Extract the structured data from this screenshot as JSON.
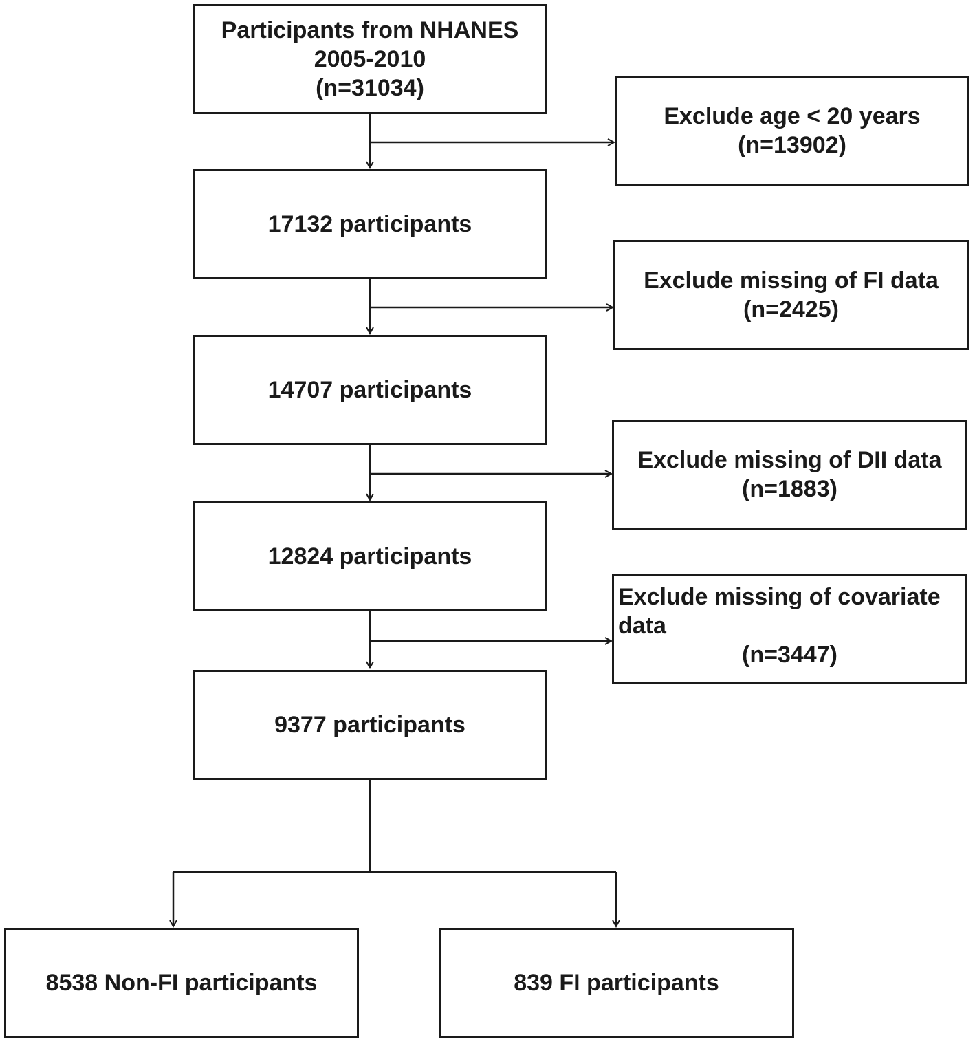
{
  "flow": {
    "start": {
      "line1": "Participants from NHANES",
      "line2": "2005-2010",
      "line3": "(n=31034)"
    },
    "step1": "17132 participants",
    "step2": "14707 participants",
    "step3": "12824 participants",
    "step4": "9377 participants",
    "exclusions": {
      "age": {
        "line1": "Exclude age < 20 years",
        "line2": "(n=13902)"
      },
      "fi": {
        "line1": "Exclude missing of FI data",
        "line2": "(n=2425)"
      },
      "dii": {
        "line1": "Exclude missing of DII data",
        "line2": "(n=1883)"
      },
      "covariate": {
        "line1": "Exclude missing of covariate",
        "line2": "data",
        "line3": "(n=3447)"
      }
    },
    "outcomes": {
      "non_fi": "8538 Non-FI participants",
      "fi": "839 FI participants"
    }
  }
}
